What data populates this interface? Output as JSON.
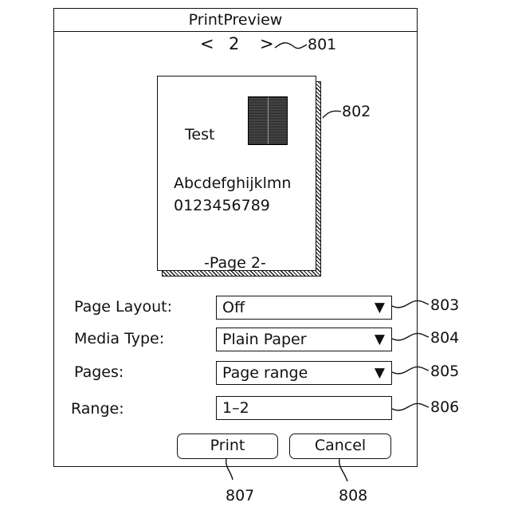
{
  "window": {
    "title": "PrintPreview"
  },
  "pager": {
    "prev": "<",
    "current": "2",
    "next": ">"
  },
  "preview": {
    "heading": "Test",
    "line1": "Abcdefghijklmn",
    "line2": "0123456789",
    "footer": "-Page 2-"
  },
  "settings": {
    "page_layout": {
      "label": "Page Layout:",
      "value": "Off"
    },
    "media_type": {
      "label": "Media Type:",
      "value": "Plain Paper"
    },
    "pages": {
      "label": "Pages:",
      "value": "Page range"
    },
    "range": {
      "label": "Range:",
      "value": "1–2"
    }
  },
  "buttons": {
    "print": "Print",
    "cancel": "Cancel"
  },
  "refs": {
    "pager": "801",
    "preview": "802",
    "page_layout": "803",
    "media_type": "804",
    "pages": "805",
    "range": "806",
    "print": "807",
    "cancel": "808"
  }
}
